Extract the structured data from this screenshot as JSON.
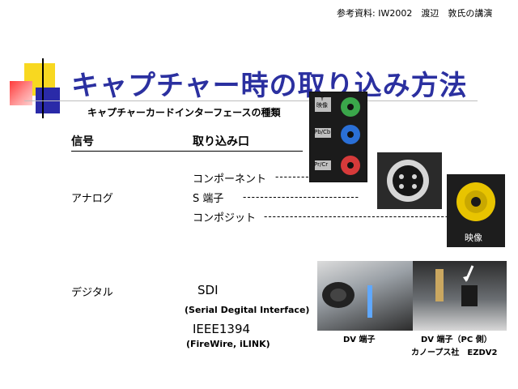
{
  "header": {
    "reference": "参考資料: IW2002　渡辺　敦氏の講演"
  },
  "slide": {
    "title": "キャプチャー時の取り込み方法",
    "subtitle": "キャプチャーカードインターフェースの種類"
  },
  "table": {
    "col_signal": "信号",
    "col_input": "取り込み口",
    "analog": {
      "label": "アナログ",
      "items": [
        {
          "name": "コンポーネント",
          "dashes": "--------"
        },
        {
          "name": "S 端子",
          "dashes": "---------------------------"
        },
        {
          "name": "コンポジット",
          "dashes": "-------------------------------------------"
        }
      ]
    },
    "digital": {
      "label": "デジタル",
      "sdi": "SDI",
      "sdi_full": "(Serial Degital Interface)",
      "ieee": "IEEE1394",
      "ieee_alias": "(FireWire, iLINK)"
    }
  },
  "photos": {
    "component_labels": [
      "Y\n映像",
      "Pb/Cb",
      "Pr/Cr"
    ],
    "composite_label": "映像",
    "dv_caption": "DV 端子",
    "pc_caption_line1": "DV 端子（PC 側）",
    "pc_caption_line2": "カノープス社　EZDV2"
  },
  "colors": {
    "title": "#2b30a0",
    "green_jack": "#3aa64a",
    "blue_jack": "#2a6fd6",
    "red_jack": "#d63a3a",
    "yellow_jack": "#e8c400"
  }
}
